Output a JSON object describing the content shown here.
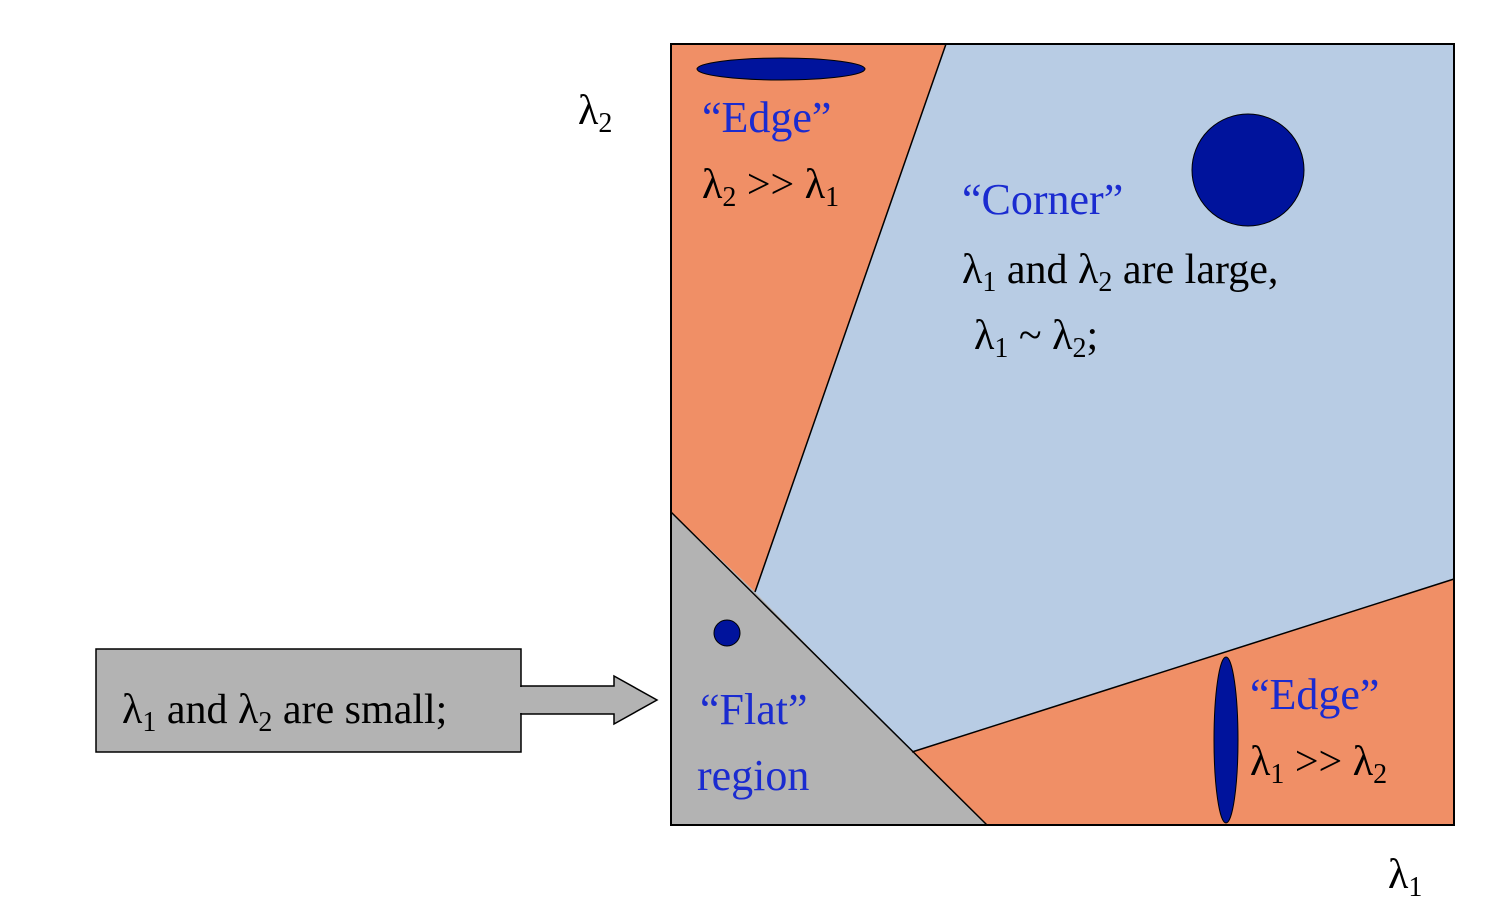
{
  "colors": {
    "edge_region": "#f08f66",
    "corner_region": "#b8cce4",
    "flat_region": "#b3b3b3",
    "ellipse": "#00139c",
    "label_blue": "#1a2bd0",
    "callout_fill": "#b3b3b3"
  },
  "axes": {
    "y_symbol": "λ",
    "y_sub": "2",
    "x_symbol": "λ",
    "x_sub": "1"
  },
  "regions": {
    "edge_top": {
      "title": "“Edge”",
      "rel_a": "λ",
      "rel_a_sub": "2",
      "rel_op": " >> ",
      "rel_b": "λ",
      "rel_b_sub": "1"
    },
    "corner": {
      "title": "“Corner”",
      "line1_a": "λ",
      "line1_a_sub": "1",
      "line1_mid": " and ",
      "line1_b": "λ",
      "line1_b_sub": "2",
      "line1_end": " are large,",
      "line2_a": "λ",
      "line2_a_sub": "1",
      "line2_mid": " ~ ",
      "line2_b": "λ",
      "line2_b_sub": "2",
      "line2_end": ";"
    },
    "edge_bottom": {
      "title": "“Edge”",
      "rel_a": "λ",
      "rel_a_sub": "1",
      "rel_op": " >> ",
      "rel_b": "λ",
      "rel_b_sub": "2"
    },
    "flat": {
      "title": "“Flat”",
      "subtitle": "region"
    }
  },
  "callout": {
    "a": "λ",
    "a_sub": "1",
    "mid": " and ",
    "b": "λ",
    "b_sub": "2",
    "end": " are small;"
  }
}
